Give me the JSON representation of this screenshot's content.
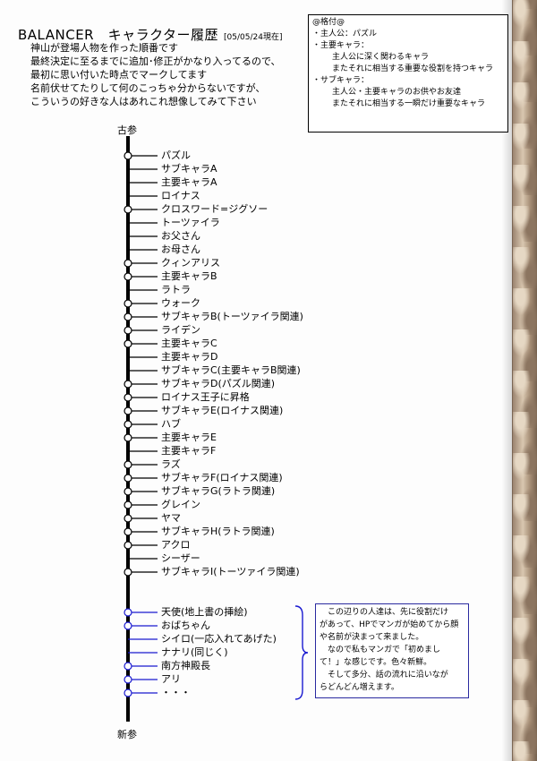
{
  "header": {
    "title": "BALANCER　キャラクター履歴",
    "date": "[05/05/24現在]",
    "intro": [
      "神山が登場人物を作った順番です",
      "最終決定に至るまでに追加･修正がかなり入ってるので、",
      "最初に思い付いた時点でマークしてます",
      "名前伏せてたりして何のこっちゃ分からないですが、",
      "こういうの好きな人はあれこれ想像してみて下さい"
    ]
  },
  "legend": {
    "heading": "@格付@",
    "lines": [
      "・主人公：パズル",
      "・主要キャラ：",
      "主人公に深く関わるキャラ",
      "またそれに相当する重要な役割を持つキャラ",
      "・サブキャラ：",
      "主人公・主要キャラのお供やお友達",
      "またそれに相当する一瞬だけ重要なキャラ"
    ]
  },
  "timeline": {
    "start_label": "古参",
    "end_label": "新参",
    "line_color": "#000000",
    "new_color": "#1a1ad0",
    "items": [
      {
        "name": "パズル",
        "mark": true
      },
      {
        "name": "サブキャラA",
        "mark": false
      },
      {
        "name": "主要キャラA",
        "mark": false
      },
      {
        "name": "ロイナス",
        "mark": false
      },
      {
        "name": "クロスワード=ジグソー",
        "mark": true
      },
      {
        "name": "トーツァイラ",
        "mark": false
      },
      {
        "name": "お父さん",
        "mark": false
      },
      {
        "name": "お母さん",
        "mark": false
      },
      {
        "name": "クィンアリス",
        "mark": true
      },
      {
        "name": "主要キャラB",
        "mark": true
      },
      {
        "name": "ラトラ",
        "mark": false
      },
      {
        "name": "ウォーク",
        "mark": true
      },
      {
        "name": "サブキャラB(トーツァイラ関連)",
        "mark": true
      },
      {
        "name": "ライデン",
        "mark": true
      },
      {
        "name": "主要キャラC",
        "mark": true
      },
      {
        "name": "主要キャラD",
        "mark": false
      },
      {
        "name": "サブキャラC(主要キャラB関連)",
        "mark": false
      },
      {
        "name": "サブキャラD(パズル関連)",
        "mark": true
      },
      {
        "name": "ロイナス王子に昇格",
        "mark": true
      },
      {
        "name": "サブキャラE(ロイナス関連)",
        "mark": true
      },
      {
        "name": "ハブ",
        "mark": true
      },
      {
        "name": "主要キャラE",
        "mark": true
      },
      {
        "name": "主要キャラF",
        "mark": false
      },
      {
        "name": "ラズ",
        "mark": true
      },
      {
        "name": "サブキャラF(ロイナス関連)",
        "mark": true
      },
      {
        "name": "サブキャラG(ラトラ関連)",
        "mark": true
      },
      {
        "name": "グレイン",
        "mark": true
      },
      {
        "name": "ヤマ",
        "mark": true
      },
      {
        "name": "サブキャラH(ラトラ関連)",
        "mark": true
      },
      {
        "name": "アクロ",
        "mark": true
      },
      {
        "name": "シーザー",
        "mark": false
      },
      {
        "name": "サブキャラI(トーツァイラ関連)",
        "mark": true
      }
    ],
    "new_items": [
      {
        "name": "天使(地上書の挿絵)",
        "mark": true
      },
      {
        "name": "おばちゃん",
        "mark": true
      },
      {
        "name": "シイロ(一応入れてあげた)",
        "mark": false
      },
      {
        "name": "ナナリ(同じく)",
        "mark": false
      },
      {
        "name": "南方神殿長",
        "mark": true
      },
      {
        "name": "アリ",
        "mark": true
      },
      {
        "name": "・・・",
        "mark": true
      }
    ]
  },
  "note": {
    "lines": [
      "　この辺りの人達は、先に役割だけ",
      "があって、HPでマンガが始めてから顔",
      "や名前が決まって来ました。",
      "　なので私もマンガで「初めまし",
      "て！」な感じです。色々新鮮。",
      "　そして多分、話の流れに沿いなが",
      "らどんどん増えます。"
    ]
  }
}
